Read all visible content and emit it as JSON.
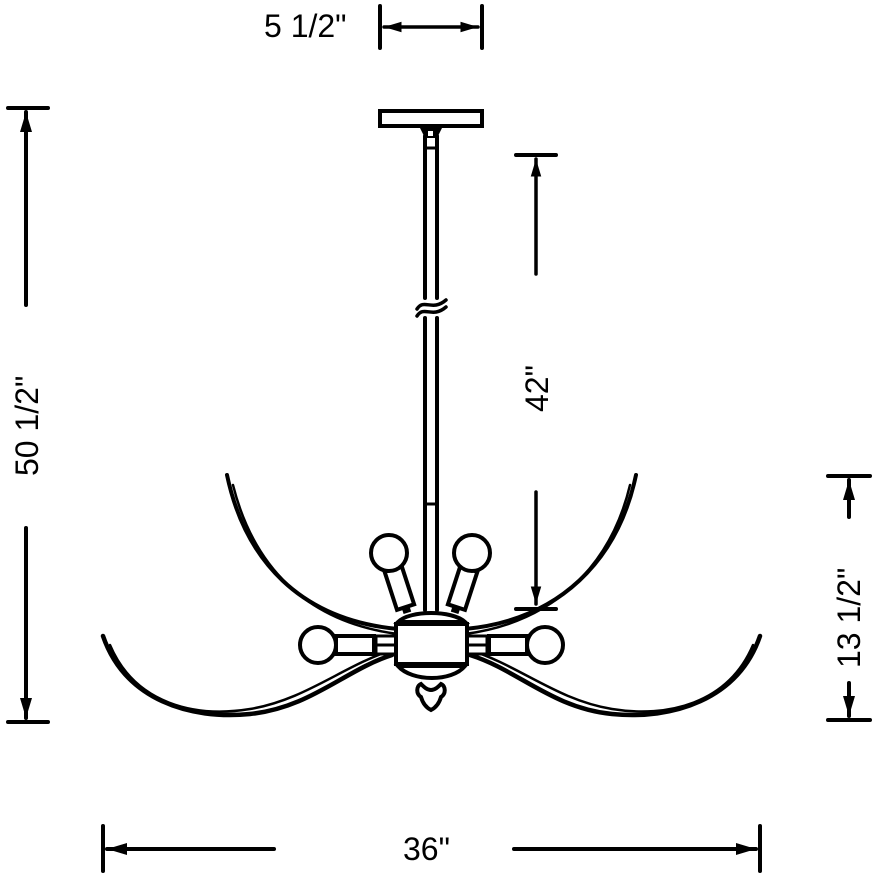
{
  "diagram": {
    "subject": "chandelier dimension drawing",
    "line_color": "#000000",
    "background": "#ffffff",
    "dimensions": {
      "canopy_width": "5 1/2\"",
      "overall_height": "50 1/2\"",
      "rod_length": "42\"",
      "fixture_height": "13 1/2\"",
      "fixture_width": "36\""
    },
    "parts": {
      "canopy": "canopy",
      "rod": "downrod",
      "break_mark": "rod-break",
      "body": "center-body",
      "finial": "bottom-finial",
      "bulbs": [
        "upper-left-bulb",
        "upper-right-bulb",
        "side-left-bulb",
        "side-right-bulb"
      ],
      "arms": [
        "upper-left-arm",
        "upper-right-arm",
        "lower-left-arm",
        "lower-right-arm"
      ]
    }
  }
}
